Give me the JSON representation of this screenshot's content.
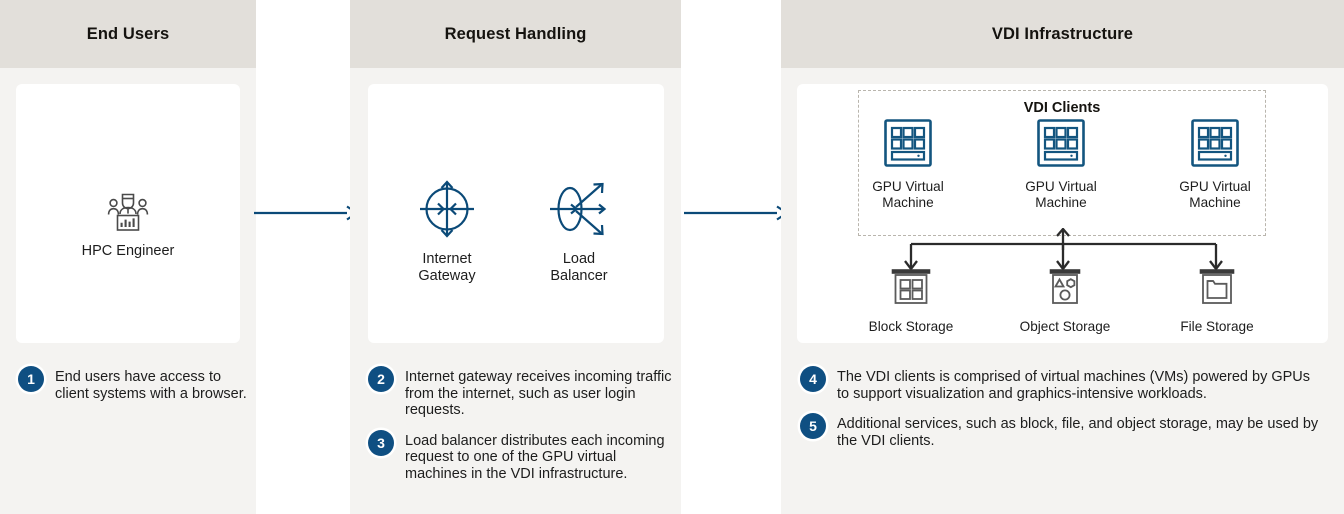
{
  "colors": {
    "header_bg": "#e2dfda",
    "column_bg": "#f4f3f1",
    "panel_bg": "#ffffff",
    "accent_blue": "#0f4f82",
    "arrow_blue": "#0b4a78",
    "icon_gray": "#3a3a3a",
    "dashed_border": "#b9b5ad",
    "text": "#1d1d1d"
  },
  "columns": [
    {
      "id": "end-users",
      "title": "End Users"
    },
    {
      "id": "request-handling",
      "title": "Request Handling"
    },
    {
      "id": "vdi-infrastructure",
      "title": "VDI Infrastructure"
    }
  ],
  "end_users": {
    "node": {
      "icon": "people-presentation-icon",
      "label": "HPC Engineer"
    }
  },
  "request_handling": {
    "nodes": [
      {
        "icon": "internet-gateway-icon",
        "label": "Internet\nGateway"
      },
      {
        "icon": "load-balancer-icon",
        "label": "Load\nBalancer"
      }
    ]
  },
  "vdi": {
    "clients_box_title": "VDI Clients",
    "vms": [
      {
        "icon": "gpu-virtual-machine-icon",
        "label": "GPU Virtual\nMachine"
      },
      {
        "icon": "gpu-virtual-machine-icon",
        "label": "GPU Virtual\nMachine"
      },
      {
        "icon": "gpu-virtual-machine-icon",
        "label": "GPU Virtual\nMachine"
      }
    ],
    "storage": [
      {
        "icon": "block-storage-icon",
        "label": "Block Storage"
      },
      {
        "icon": "object-storage-icon",
        "label": "Object Storage"
      },
      {
        "icon": "file-storage-icon",
        "label": "File Storage"
      }
    ]
  },
  "flow_arrows": [
    {
      "name": "arrow-end-users-to-request-handling"
    },
    {
      "name": "arrow-request-handling-to-vdi"
    }
  ],
  "captions": {
    "end_users": [
      {
        "number": "1",
        "text": "End users have access to client systems with a browser."
      }
    ],
    "request_handling": [
      {
        "number": "2",
        "text": "Internet gateway receives incoming traffic from the internet, such as user login requests."
      },
      {
        "number": "3",
        "text": "Load balancer distributes each incoming request to one of the GPU virtual machines in the VDI infrastructure."
      }
    ],
    "vdi": [
      {
        "number": "4",
        "text": "The VDI clients is comprised of virtual machines (VMs) powered by GPUs to support visualization and graphics-intensive workloads."
      },
      {
        "number": "5",
        "text": "Additional services, such as block, file, and object storage, may be used by the VDI clients."
      }
    ]
  }
}
